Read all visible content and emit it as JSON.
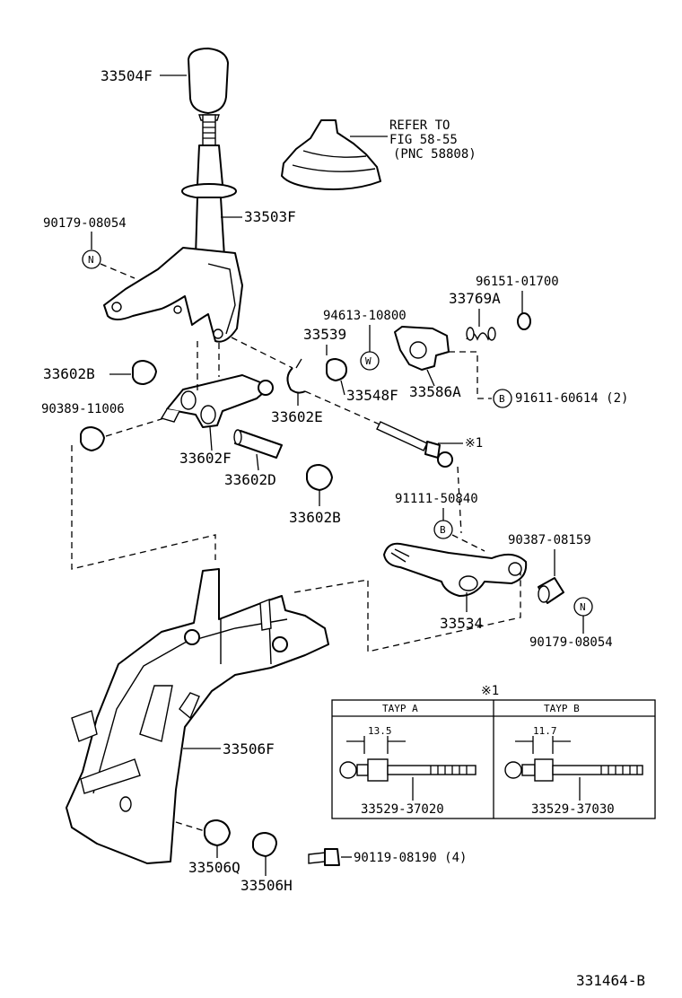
{
  "labels": {
    "knob": "33504F",
    "lever": "33503F",
    "bolt_top": "90179-08054",
    "refer_line1": "REFER TO",
    "refer_line2": "FIG 58-55",
    "refer_line3": "(PNC 58808)",
    "clip_top": "96151-01700",
    "spring": "33769A",
    "w_part": "94613-10800",
    "collar": "33539",
    "bushing_f": "33548F",
    "seat": "33586A",
    "b_bolt": "91611-60614 (2)",
    "bush_b": "33602B",
    "bush_small": "90389-11006",
    "clip_e": "33602E",
    "shaft_f": "33602F",
    "pipe_d": "33602D",
    "bush_b2": "33602B",
    "ref_mark": "※1",
    "b_bolt2": "91111-50840",
    "collar2": "90387-08159",
    "arm": "33534",
    "bolt_bottom": "90179-08054",
    "bracket": "33506F",
    "bush_q": "33506Q",
    "bush_h": "33506H",
    "bolt4": "90119-08190 (4)",
    "diagram_id": "331464-B"
  },
  "callout_letters": {
    "n_top": "N",
    "w": "W",
    "b1": "B",
    "b2": "B",
    "n_bottom": "N"
  },
  "inset": {
    "title": "※1",
    "type_a": "TAYP A",
    "type_b": "TAYP B",
    "dim_a": "13.5",
    "dim_b": "11.7",
    "part_a": "33529-37020",
    "part_b": "33529-37030"
  }
}
